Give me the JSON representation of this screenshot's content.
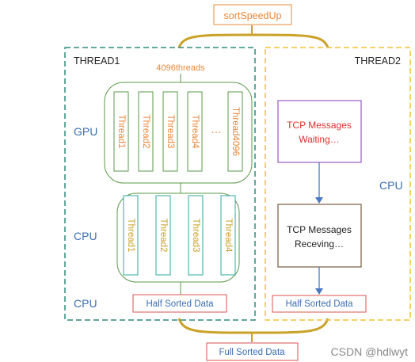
{
  "top_box": "sortSpeedUp",
  "thread1": {
    "title": "THREAD1",
    "gpu_label": "GPU",
    "cpu_label_mid": "CPU",
    "cpu_label_bottom": "CPU",
    "gpu_threads_header": "4096threads",
    "gpu_threads": [
      "Thread1",
      "Thread2",
      "Thread3",
      "Thread4",
      "Thread4096"
    ],
    "gpu_ellipsis": "…",
    "cpu_threads": [
      "Thread1",
      "Thread2",
      "Thread3",
      "Thread4"
    ],
    "half_sorted": "Half Sorted Data"
  },
  "thread2": {
    "title": "THREAD2",
    "cpu_label": "CPU",
    "box1_line1": "TCP Messages",
    "box1_line2": "Waiting…",
    "box2_line1": "TCP Messages",
    "box2_line2": "Receving…",
    "half_sorted": "Half Sorted Data"
  },
  "bottom_box": "Full Sorted Data",
  "watermark": "CSDN @hdlwyt",
  "colors": {
    "gold": "#c9a227",
    "orange": "#e8883a",
    "teal_dashed": "#2e8b7a",
    "yellow_dashed": "#f2c233",
    "green": "#5a9a4a",
    "teal": "#2ea8a0",
    "purple": "#9b59c6",
    "brown": "#7a5a3a",
    "red": "#d9534f",
    "blue_label": "#3a6fb5",
    "arrow_blue": "#4a78c2",
    "red_text": "#e03030"
  }
}
